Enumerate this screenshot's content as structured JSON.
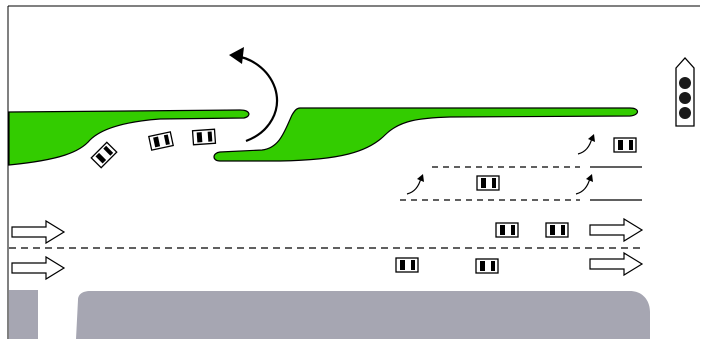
{
  "colors": {
    "median": "#33cc00",
    "median_stroke": "#000000",
    "building": "#a6a6b2",
    "vehicle_fill": "#ffffff",
    "line": "#000000",
    "signal_lamp": "#1a1a1a"
  },
  "icons": {
    "u_turn_arrow": "curved-arrow-up-left",
    "turn_arrow": "curved-arrow-up-right",
    "through_arrow": "hollow-arrow-right",
    "signal": "traffic-signal-three-lamp"
  }
}
